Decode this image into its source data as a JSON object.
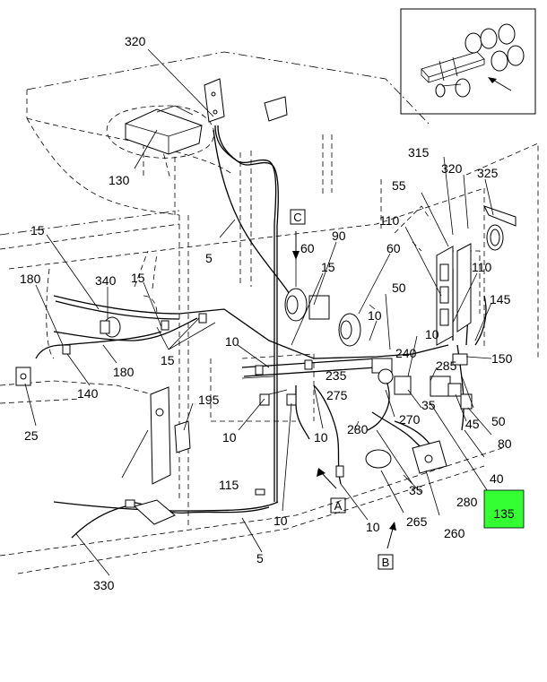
{
  "highlight": {
    "label": "135",
    "color": "#33ff33"
  },
  "labels": {
    "l320a": "320",
    "l130": "130",
    "l315": "315",
    "l320b": "320",
    "l325": "325",
    "l55": "55",
    "l110a": "110",
    "l110b": "110",
    "l15a": "15",
    "l5a": "5",
    "l60a": "60",
    "l90": "90",
    "l60b": "60",
    "l15b": "15",
    "l180a": "180",
    "l340": "340",
    "l15c": "15",
    "l50a": "50",
    "l145": "145",
    "l10a": "10",
    "l10b": "10",
    "l15d": "15",
    "l10c": "10",
    "l180b": "180",
    "l240": "240",
    "l285": "285",
    "l150": "150",
    "l140": "140",
    "l235": "235",
    "l275": "275",
    "l50b": "50",
    "l25": "25",
    "l195": "195",
    "l35a": "35",
    "l45": "45",
    "l270": "270",
    "l80": "80",
    "l10d": "10",
    "l10e": "10",
    "l280a": "280",
    "l40": "40",
    "l115": "115",
    "l35b": "35",
    "l280b": "280",
    "l10f": "10",
    "l10g": "10",
    "l265": "265",
    "l260": "260",
    "l5b": "5",
    "l330": "330"
  },
  "view_markers": {
    "c": "C",
    "a": "A",
    "b": "B"
  }
}
